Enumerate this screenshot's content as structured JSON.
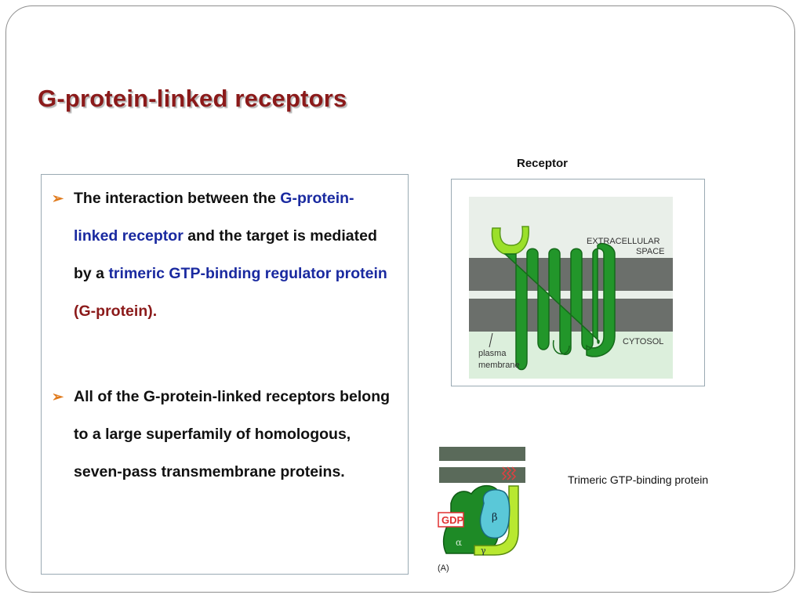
{
  "slide": {
    "title": "G-protein-linked receptors",
    "bullets": [
      {
        "segments": [
          {
            "text": "The interaction between the ",
            "style": "plain"
          },
          {
            "text": "G-protein-linked receptor",
            "style": "blue"
          },
          {
            "text": " and the target is mediated by a ",
            "style": "plain"
          },
          {
            "text": "trimeric GTP-binding regulator protein",
            "style": "blue"
          },
          {
            "text": " (G-protein).",
            "style": "maroon"
          }
        ]
      },
      {
        "segments": [
          {
            "text": "All of the G-protein-linked receptors belong to a large superfamily of homologous, seven-pass transmembrane proteins.",
            "style": "plain"
          }
        ]
      }
    ],
    "figure_receptor": {
      "caption": "Receptor",
      "extracellular_line1": "EXTRACELLULAR",
      "extracellular_line2": "SPACE",
      "cytosol": "CYTOSOL",
      "membrane_line1": "plasma",
      "membrane_line2": "membrane"
    },
    "figure_gprotein": {
      "caption": "Trimeric GTP-binding protein",
      "gdp_label": "GDP",
      "alpha": "α",
      "beta": "β",
      "gamma": "γ",
      "panel_label": "(A)"
    },
    "colors": {
      "title": "#8b1a1a",
      "highlight_blue": "#1a2aa0",
      "highlight_maroon": "#8b1a1a",
      "bullet_arrow": "#e07a1c",
      "receptor_green": "#22962a",
      "receptor_loop_light": "#9be02a",
      "membrane_gray": "#6b6f6b"
    }
  }
}
